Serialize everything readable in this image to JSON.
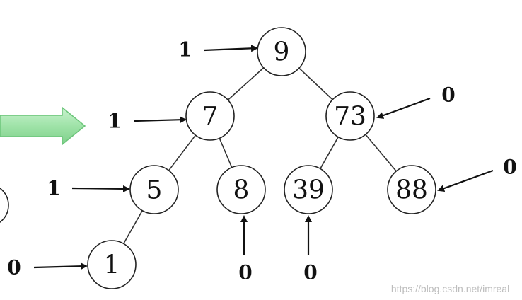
{
  "diagram": {
    "nodes": [
      {
        "id": "n9",
        "label": "9"
      },
      {
        "id": "n7",
        "label": "7"
      },
      {
        "id": "n73",
        "label": "73"
      },
      {
        "id": "n5",
        "label": "5"
      },
      {
        "id": "n8",
        "label": "8"
      },
      {
        "id": "n39",
        "label": "39"
      },
      {
        "id": "n88",
        "label": "88"
      },
      {
        "id": "n1",
        "label": "1"
      }
    ],
    "edges": [
      {
        "from": "n9",
        "to": "n7"
      },
      {
        "from": "n9",
        "to": "n73"
      },
      {
        "from": "n7",
        "to": "n5"
      },
      {
        "from": "n7",
        "to": "n8"
      },
      {
        "from": "n73",
        "to": "n39"
      },
      {
        "from": "n73",
        "to": "n88"
      },
      {
        "from": "n5",
        "to": "n1"
      }
    ],
    "annotations": [
      {
        "node": "n9",
        "value": "1"
      },
      {
        "node": "n7",
        "value": "1"
      },
      {
        "node": "n73",
        "value": "0"
      },
      {
        "node": "n5",
        "value": "1"
      },
      {
        "node": "n8",
        "value": "0"
      },
      {
        "node": "n39",
        "value": "0"
      },
      {
        "node": "n88",
        "value": "0"
      },
      {
        "node": "n1",
        "value": "0"
      }
    ]
  },
  "watermark": "https://blog.csdn.net/imreal_",
  "colors": {
    "node_stroke": "#222222",
    "arrow": "#111111",
    "green_arrow_fill": "#9fe3a8",
    "green_arrow_stroke": "#6cc57a"
  }
}
